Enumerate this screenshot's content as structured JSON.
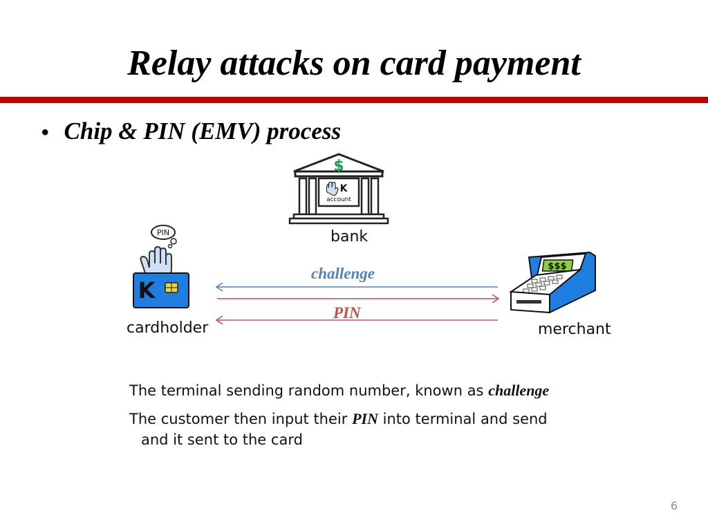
{
  "slide": {
    "title": "Relay attacks on card payment",
    "bullet": "Chip & PIN (EMV) process",
    "slide_number": "6"
  },
  "diagram": {
    "bank": {
      "label": "bank",
      "sign_symbol": "$",
      "panel_letter": "K",
      "panel_text": "account"
    },
    "cardholder": {
      "label": "cardholder",
      "thought_text": "PIN",
      "card_letter": "K"
    },
    "merchant": {
      "label": "merchant",
      "display_text": "$$$"
    },
    "arrows": {
      "challenge": {
        "label": "challenge",
        "color": "#4f81bd"
      },
      "pin": {
        "label": "PIN",
        "color": "#c0504d"
      }
    }
  },
  "notes": {
    "line1_text": "The terminal sending random number, known as",
    "line1_emphasis": "challenge",
    "line2_text_a": "The customer then input their",
    "line2_emphasis": "PIN",
    "line2_text_b": "into terminal and send",
    "line3_text": "and it sent to the card"
  },
  "colors": {
    "title_rule": "#c00000",
    "card_blue": "#1f7fe0",
    "terminal_blue": "#1f7fe0",
    "display_green": "#8dd23c"
  }
}
